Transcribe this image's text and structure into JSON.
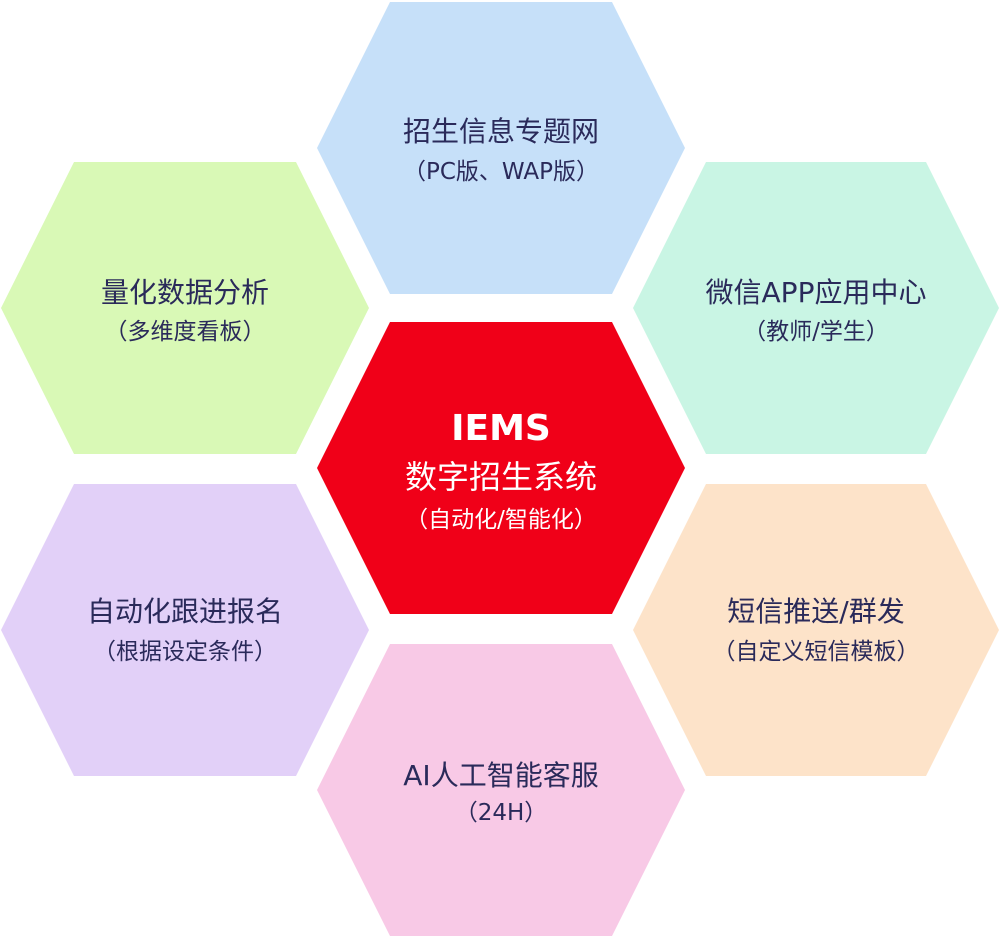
{
  "center": {
    "brand": "IEMS",
    "title": "数字招生系统",
    "subtitle": "（自动化/智能化）",
    "color": "#f00018"
  },
  "modules": [
    {
      "key": "top",
      "title": "招生信息专题网",
      "subtitle": "（PC版、WAP版）",
      "color": "#c6e0f9"
    },
    {
      "key": "top-right",
      "title": "微信APP应用中心",
      "subtitle": "（教师/学生）",
      "color": "#c9f5e4"
    },
    {
      "key": "bottom-right",
      "title": "短信推送/群发",
      "subtitle": "（自定义短信模板）",
      "color": "#fde3c9"
    },
    {
      "key": "bottom",
      "title": "AI人工智能客服",
      "subtitle": "（24H）",
      "color": "#f8c9e6"
    },
    {
      "key": "bottom-left",
      "title": "自动化跟进报名",
      "subtitle": "（根据设定条件）",
      "color": "#e2d0f8"
    },
    {
      "key": "top-left",
      "title": "量化数据分析",
      "subtitle": "（多维度看板）",
      "color": "#d9f9b6"
    }
  ]
}
